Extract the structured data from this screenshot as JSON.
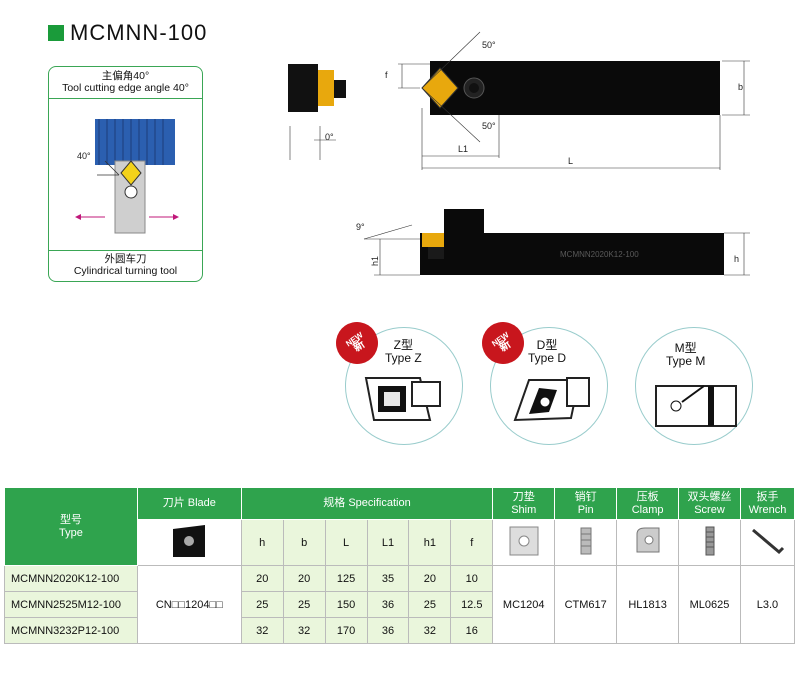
{
  "title": "MCMNN-100",
  "side": {
    "top_cn": "主偏角40°",
    "top_en": "Tool cutting edge angle 40°",
    "angle": "40°",
    "bottom_cn": "外圆车刀",
    "bottom_en": "Cylindrical turning tool"
  },
  "drawing": {
    "angle_top": "50°",
    "angle_bottom": "50°",
    "zero": "0°",
    "f": "f",
    "b": "b",
    "L1": "L1",
    "L": "L",
    "nine": "9°",
    "h1": "h1",
    "h": "h",
    "engraving": "MCMNN2020K12-100"
  },
  "types": [
    {
      "badge": "NEW",
      "badge_cn": "新",
      "cn": "Z型",
      "en": "Type Z"
    },
    {
      "badge": "NEW",
      "badge_cn": "新",
      "cn": "D型",
      "en": "Type D"
    },
    {
      "cn": "M型",
      "en": "Type M"
    }
  ],
  "table": {
    "h_type_cn": "型号",
    "h_type_en": "Type",
    "h_blade": "刀片 Blade",
    "h_spec": "规格 Specification",
    "h_shim_cn": "刀垫",
    "h_shim_en": "Shim",
    "h_pin_cn": "销钉",
    "h_pin_en": "Pin",
    "h_clamp_cn": "压板",
    "h_clamp_en": "Clamp",
    "h_screw_cn": "双头螺丝",
    "h_screw_en": "Screw",
    "h_wrench_cn": "扳手",
    "h_wrench_en": "Wrench",
    "spec_cols": [
      "h",
      "b",
      "L",
      "L1",
      "h1",
      "f"
    ],
    "rows": [
      {
        "type": "MCMNN2020K12-100",
        "vals": [
          "20",
          "20",
          "125",
          "35",
          "20",
          "10"
        ]
      },
      {
        "type": "MCMNN2525M12-100",
        "vals": [
          "25",
          "25",
          "150",
          "36",
          "25",
          "12.5"
        ]
      },
      {
        "type": "MCMNN3232P12-100",
        "vals": [
          "32",
          "32",
          "170",
          "36",
          "32",
          "16"
        ]
      }
    ],
    "blade": "CN□□1204□□",
    "shim": "MC1204",
    "pin": "CTM617",
    "clamp": "HL1813",
    "screw": "ML0625",
    "wrench": "L3.0"
  }
}
